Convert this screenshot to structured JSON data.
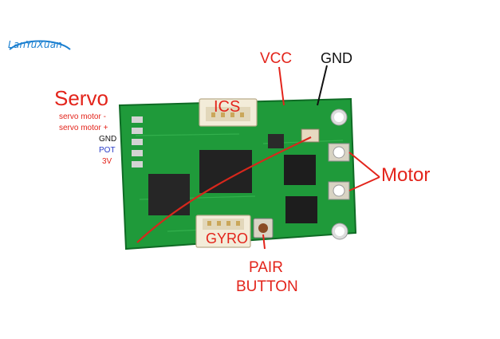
{
  "watermark": {
    "text": "LanYuXuan",
    "color": "#1a7fd0"
  },
  "labels": {
    "vcc": "VCC",
    "gnd": "GND",
    "ics": "ICS",
    "servo_title": "Servo",
    "servo_minus": "servo motor -",
    "servo_plus": "servo motor +",
    "servo_gnd": "GND",
    "servo_pot": "POT",
    "servo_3v": "3V",
    "motor": "Motor",
    "gyro": "GYRO",
    "pair_line1": "PAIR",
    "pair_line2": "BUTTON"
  },
  "colors": {
    "pcb_green": "#1f9a3a",
    "label_red": "#e3241b",
    "label_blue": "#2a3cc7",
    "label_black": "#111111"
  }
}
